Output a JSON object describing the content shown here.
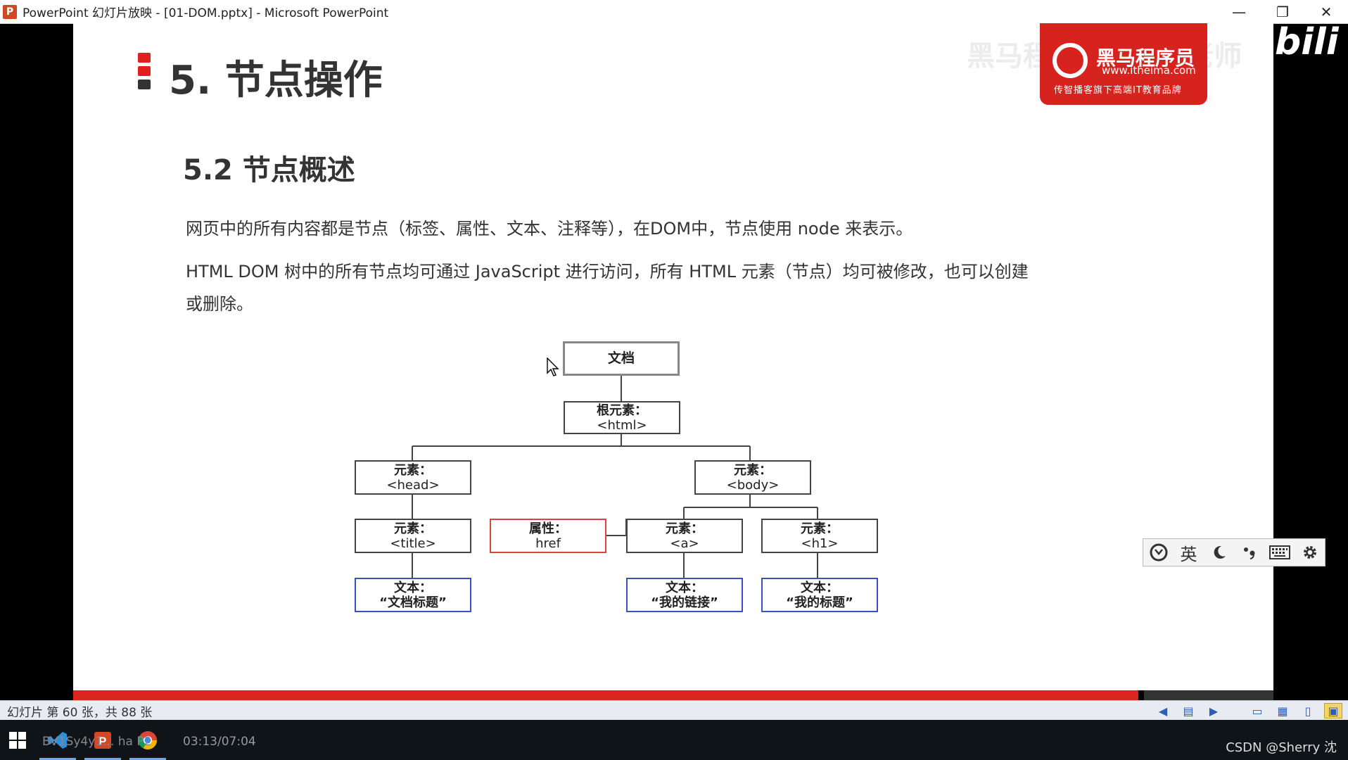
{
  "window": {
    "app_icon": "P",
    "title": "PowerPoint 幻灯片放映 - [01-DOM.pptx] - Microsoft PowerPoint",
    "minimize": "—",
    "restore": "❐",
    "close": "✕"
  },
  "slide": {
    "title": "5. 节点操作",
    "subtitle": "5.2 节点概述",
    "paragraph1": "网页中的所有内容都是节点（标签、属性、文本、注释等），在DOM中，节点使用 node 来表示。",
    "paragraph2": "HTML DOM 树中的所有节点均可通过 JavaScript 进行访问，所有 HTML 元素（节点）均可被修改，也可以创建或删除。",
    "logo": {
      "brand": "黑马程序员",
      "url": "www.itheima.com",
      "slogan": "传智播客旗下高端IT教育品牌"
    },
    "watermark": "黑马程序员 pink老师",
    "tree": {
      "document": "文档",
      "root": {
        "label": "根元素：",
        "tag": "<html>"
      },
      "head": {
        "label": "元素：",
        "tag": "<head>"
      },
      "body": {
        "label": "元素：",
        "tag": "<body>"
      },
      "title": {
        "label": "元素：",
        "tag": "<title>"
      },
      "attr": {
        "label": "属性：",
        "tag": "href"
      },
      "a": {
        "label": "元素：",
        "tag": "<a>"
      },
      "h1": {
        "label": "元素：",
        "tag": "<h1>"
      },
      "text_title": {
        "label": "文本：",
        "value": "“文档标题”"
      },
      "text_link": {
        "label": "文本：",
        "value": "“我的链接”"
      },
      "text_h1": {
        "label": "文本：",
        "value": "“我的标题”"
      }
    }
  },
  "overlay": {
    "bilibili": "bili"
  },
  "ime": {
    "lang": "英",
    "icons": [
      "ime-logo-icon",
      "moon-icon",
      "punctuation-icon",
      "keyboard-icon",
      "gear-icon"
    ]
  },
  "statusbar": {
    "slide_info": "幻灯片 第 60 张，共 88 张"
  },
  "taskbar": {
    "overlay_text": "BV1Sy4y1... ha P2",
    "time": "03:13/07:04",
    "csdn": "CSDN @Sherry 沈"
  },
  "colors": {
    "accent_red": "#d9241f",
    "text_node_border": "#3a4fc8",
    "attr_node_border": "#e04040"
  }
}
